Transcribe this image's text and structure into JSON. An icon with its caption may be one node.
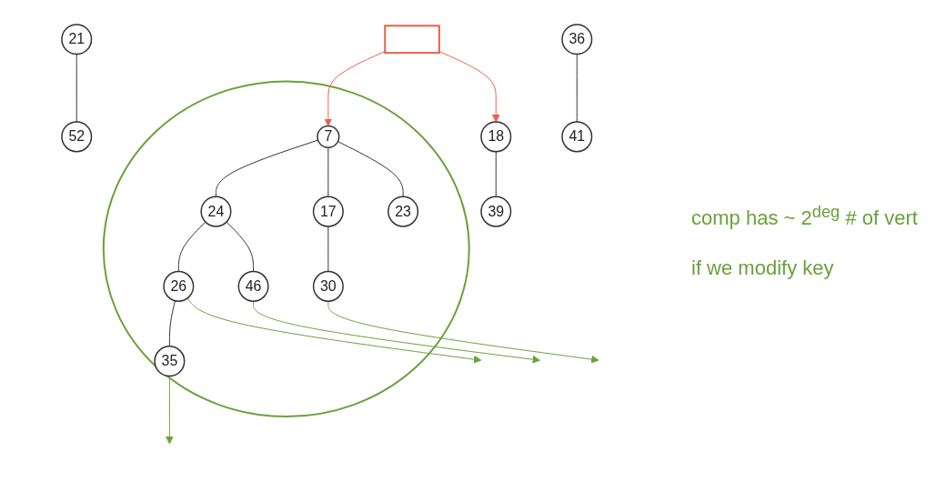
{
  "diagram": {
    "nodes": [
      {
        "text": [],
        "shape": "box"
      },
      {
        "text": [],
        "shape": "circle"
      },
      {
        "text": [
          "7"
        ],
        "in": 1
      },
      {
        "text": [
          "24"
        ],
        "in": 1
      },
      {
        "text": [
          "17"
        ],
        "in": 1
      },
      {
        "text": [
          "23"
        ],
        "in": 1
      },
      {
        "text": [
          "26"
        ],
        "in": 1
      },
      {
        "text": [
          "46"
        ],
        "in": 1
      },
      {
        "text": [
          "30"
        ],
        "in": 1
      },
      {
        "text": [
          "35"
        ],
        "in": 1
      },
      {
        "text": [
          "21"
        ]
      },
      {
        "text": [
          "18"
        ]
      },
      {
        "text": [
          "36"
        ]
      },
      {
        "text": [
          "52"
        ]
      },
      {
        "text": [
          "39"
        ]
      },
      {
        "text": [
          "41"
        ]
      }
    ],
    "edges": [
      {
        "from": 0,
        "to": 2,
        "arrow": "to",
        "color": "#e8604c"
      },
      {
        "from": 0,
        "to": 11,
        "arrow": "to",
        "color": "#e8604c"
      },
      {
        "from": 2,
        "to": 3,
        "arrow": "none"
      },
      {
        "from": 2,
        "to": 4,
        "arrow": "none"
      },
      {
        "from": 2,
        "to": 5,
        "arrow": "none"
      },
      {
        "from": 3,
        "to": 6,
        "arrow": "none"
      },
      {
        "from": 3,
        "to": 7,
        "arrow": "none"
      },
      {
        "from": 4,
        "to": 8,
        "arrow": "none"
      },
      {
        "from": 6,
        "to": 9,
        "arrow": "none"
      },
      {
        "from": 10,
        "to": 13,
        "arrow": "none"
      },
      {
        "from": 11,
        "to": 14,
        "arrow": "none"
      },
      {
        "from": 12,
        "to": 15,
        "arrow": "none"
      },
      {
        "from": 9,
        "to": null,
        "arrow": "to",
        "color": "#6aa13b"
      },
      {
        "from": 6,
        "to": null,
        "arrow": "to",
        "color": "#6aa13b"
      },
      {
        "from": 7,
        "to": null,
        "arrow": "to",
        "color": "#6aa13b"
      },
      {
        "from": 8,
        "to": null,
        "arrow": "to",
        "color": "#6aa13b"
      }
    ],
    "labels": [
      "comp has ~ 2$^{deg}$ # of vert",
      "if we modify key"
    ]
  }
}
